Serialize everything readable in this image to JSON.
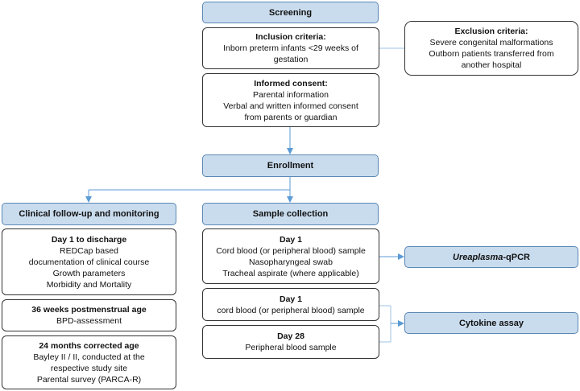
{
  "screening": "Screening",
  "inclusion": {
    "title": "Inclusion criteria:",
    "lines": [
      "Inborn preterm infants <29 weeks of",
      "gestation"
    ]
  },
  "exclusion": {
    "title": "Exclusion criteria:",
    "lines": [
      "Severe congenital malformations",
      "Outborn patients transferred from",
      "another hospital"
    ]
  },
  "consent": {
    "title": "Informed consent:",
    "lines": [
      "Parental information",
      "Verbal and written informed consent",
      "from parents or guardian"
    ]
  },
  "enrollment": "Enrollment",
  "clinical": "Clinical follow-up and monitoring",
  "sample": "Sample collection",
  "day1_discharge": {
    "title": "Day 1 to discharge",
    "lines": [
      "REDCap based",
      "documentation of clinical course",
      "Growth parameters",
      "Morbidity and Mortality"
    ]
  },
  "weeks36": {
    "title": "36 weeks postmenstrual age",
    "lines": [
      "BPD-assessment"
    ]
  },
  "months24": {
    "title": "24 months corrected age",
    "lines": [
      "Bayley II / II, conducted at the",
      "respective study site",
      "Parental survey (PARCA-R)"
    ]
  },
  "sample_day1": {
    "title": "Day 1",
    "lines": [
      "Cord blood (or peripheral blood) sample",
      "Nasopharyngeal swab",
      "Tracheal aspirate (where applicable)"
    ]
  },
  "cytokine_day1": {
    "title": "Day 1",
    "lines": [
      "cord blood (or peripheral blood) sample"
    ]
  },
  "day28": {
    "title": "Day 28",
    "lines": [
      "Peripheral blood sample"
    ]
  },
  "qpcr": {
    "italic": "Ureaplasma",
    "rest": "-qPCR"
  },
  "cytokine_assay": "Cytokine assay",
  "colors": {
    "box_fill": "#c9dcee",
    "box_border": "#5b87b5",
    "arrow": "#5b9bd5"
  }
}
